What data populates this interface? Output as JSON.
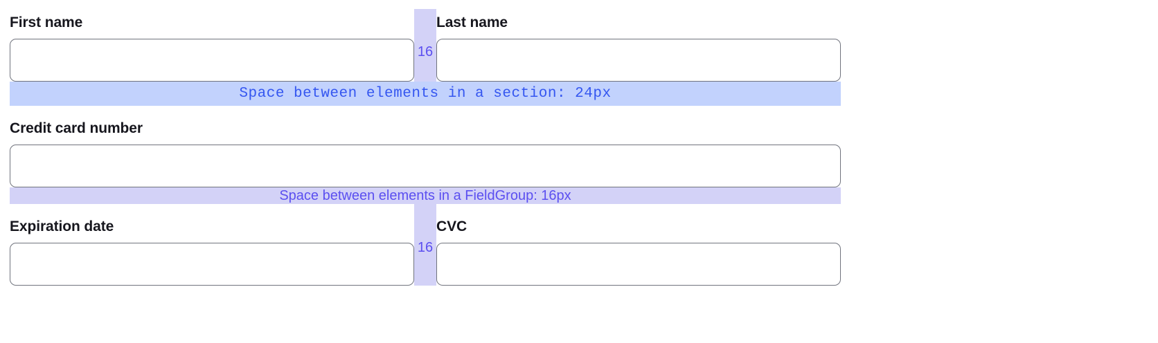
{
  "form": {
    "rows": [
      {
        "name": "name-row",
        "fields": [
          {
            "label": "First name",
            "value": "",
            "placeholder": ""
          },
          {
            "label": "Last name",
            "value": "",
            "placeholder": ""
          }
        ],
        "gap_label": "16"
      },
      {
        "name": "credit-card-row",
        "fields": [
          {
            "label": "Credit card number",
            "value": "",
            "placeholder": ""
          }
        ]
      },
      {
        "name": "expiry-cvc-row",
        "fields": [
          {
            "label": "Expiration date",
            "value": "",
            "placeholder": ""
          },
          {
            "label": "CVC",
            "value": "",
            "placeholder": ""
          }
        ],
        "gap_label": "16"
      }
    ]
  },
  "annotations": {
    "section_gap": {
      "text": "Space between elements in a section: 24px",
      "value": "24px",
      "color": "#3456f0",
      "background": "#c2d2fd"
    },
    "fieldgroup_gap": {
      "text": "Space between elements in a FieldGroup: 16px",
      "value": "16px",
      "color": "#5b4ff0",
      "background": "#d3d2f7"
    },
    "column_gap_top": {
      "label": "16",
      "color": "#5b4ff0",
      "background": "#d3d2f7"
    },
    "column_gap_bottom": {
      "label": "16",
      "color": "#5b4ff0",
      "background": "#d3d2f7"
    }
  },
  "colors": {
    "input_border": "#70737d",
    "label_text": "#16161d",
    "page_background": "#ffffff"
  }
}
